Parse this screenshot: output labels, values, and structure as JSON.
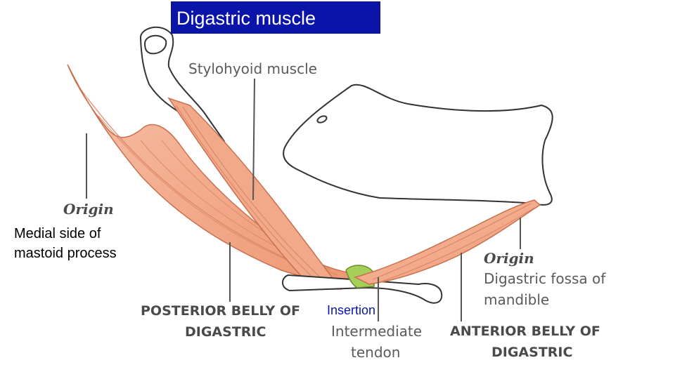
{
  "title": "Digastric muscle",
  "labels": {
    "stylohyoid": "Stylohyoid muscle",
    "origin_posterior": "Origin",
    "medial_line1": "Medial side of",
    "medial_line2": "mastoid process",
    "posterior_belly_line1": "POSTERIOR BELLY OF",
    "posterior_belly_line2": "DIGASTRIC",
    "insertion": "Insertion",
    "intermediate_line1": "Intermediate",
    "intermediate_line2": "tendon",
    "origin_anterior": "Origin",
    "fossa_line1": "Digastric fossa of",
    "fossa_line2": "mandible",
    "anterior_belly_line1": "ANTERIOR BELLY OF",
    "anterior_belly_line2": "DIGASTRIC"
  },
  "colors": {
    "title_bg": "#0a14a8",
    "title_text": "#ffffff",
    "muscle": "#f2a98a",
    "muscle_edge": "#c96f4d",
    "tendon": "#a6cf5a",
    "bone_outline": "#333333",
    "leader_line": "#555555",
    "insertion_text": "#0a14a8"
  }
}
